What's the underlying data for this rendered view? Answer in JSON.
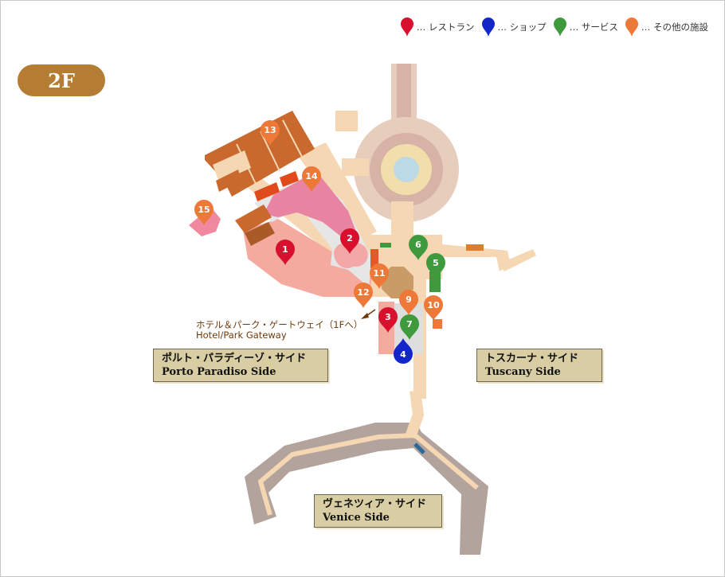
{
  "floor": "2F",
  "legend": [
    {
      "label": "… レストラン",
      "category": "restaurant",
      "color": "#d8102d"
    },
    {
      "label": "… ショップ",
      "category": "shop",
      "color": "#1326c8"
    },
    {
      "label": "… サービス",
      "category": "service",
      "color": "#3f9a3e"
    },
    {
      "label": "… その他の施設",
      "category": "other",
      "color": "#ee7838"
    }
  ],
  "areas": {
    "porto": {
      "jp": "ポルト・パラディーゾ・サイド",
      "en": "Porto Paradiso Side"
    },
    "tuscany": {
      "jp": "トスカーナ・サイド",
      "en": "Tuscany Side"
    },
    "venice": {
      "jp": "ヴェネツィア・サイド",
      "en": "Venice Side"
    }
  },
  "gateway": {
    "jp": "ホテル＆パーク・ゲートウェイ（1Fへ）",
    "en": "Hotel/Park Gateway"
  },
  "pins": [
    {
      "num": "1",
      "category": "restaurant"
    },
    {
      "num": "2",
      "category": "restaurant"
    },
    {
      "num": "3",
      "category": "restaurant"
    },
    {
      "num": "4",
      "category": "shop"
    },
    {
      "num": "5",
      "category": "service"
    },
    {
      "num": "6",
      "category": "service"
    },
    {
      "num": "7",
      "category": "service"
    },
    {
      "num": "9",
      "category": "other"
    },
    {
      "num": "10",
      "category": "other"
    },
    {
      "num": "11",
      "category": "other"
    },
    {
      "num": "12",
      "category": "other"
    },
    {
      "num": "13",
      "category": "other"
    },
    {
      "num": "14",
      "category": "other"
    },
    {
      "num": "15",
      "category": "other"
    }
  ]
}
